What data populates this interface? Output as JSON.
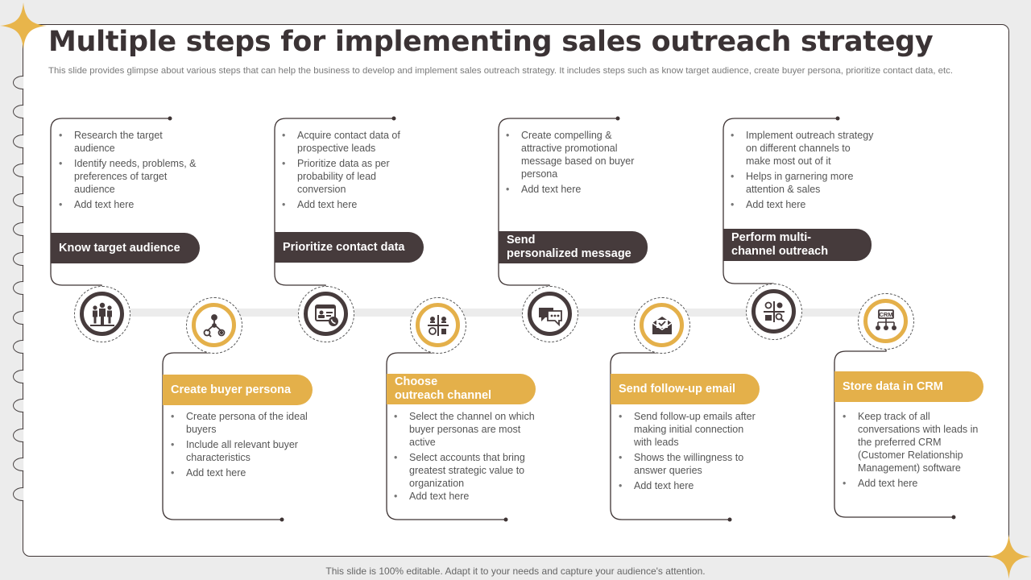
{
  "title": "Multiple steps for implementing sales outreach strategy",
  "subtitle": "This slide provides glimpse about various steps that can help the business to develop and implement sales outreach strategy. It includes steps such as know target audience, create buyer persona, prioritize contact data, etc.",
  "footer": "This slide is 100% editable. Adapt it to your needs and capture your audience's attention.",
  "colors": {
    "dark": "#463b3c",
    "gold": "#e4b04a",
    "accent_star": "#e8b54b"
  },
  "steps": [
    {
      "label": "Know target audience",
      "icon": "people-group-icon",
      "bullets": [
        "Research the target audience",
        "Identify needs, problems, & preferences of target audience",
        "Add text here"
      ]
    },
    {
      "label": "Create buyer persona",
      "icon": "persona-network-icon",
      "bullets": [
        "Create persona of the ideal buyers",
        "Include all relevant buyer characteristics",
        "Add text here"
      ]
    },
    {
      "label": "Prioritize contact data",
      "icon": "contact-card-phone-icon",
      "bullets": [
        "Acquire contact data of prospective leads",
        "Prioritize data as per probability of lead conversion",
        "Add text here"
      ]
    },
    {
      "label": "Choose\noutreach channel",
      "icon": "channel-grid-icon",
      "bullets": [
        "Select the channel on which buyer personas are most active",
        "Select accounts that bring greatest strategic value to organization",
        "Add text here"
      ]
    },
    {
      "label": "Send\npersonalized message",
      "icon": "chat-bubbles-icon",
      "bullets": [
        "Create compelling & attractive promotional message based on buyer persona",
        "Add text here"
      ]
    },
    {
      "label": "Send follow-up email",
      "icon": "email-envelope-icon",
      "bullets": [
        "Send follow-up emails after making initial connection with leads",
        "Shows the willingness to answer queries",
        "Add text here"
      ]
    },
    {
      "label": "Perform multi-\nchannel outreach",
      "icon": "multichannel-search-icon",
      "bullets": [
        "Implement outreach strategy on different channels to make most out of it",
        "Helps in garnering more attention & sales",
        "Add text here"
      ]
    },
    {
      "label": "Store data in CRM",
      "icon": "crm-icon",
      "icon_text": "CRM",
      "bullets": [
        "Keep track of all conversations with leads in the preferred CRM (Customer Relationship Management) software",
        "Add text here"
      ]
    }
  ]
}
